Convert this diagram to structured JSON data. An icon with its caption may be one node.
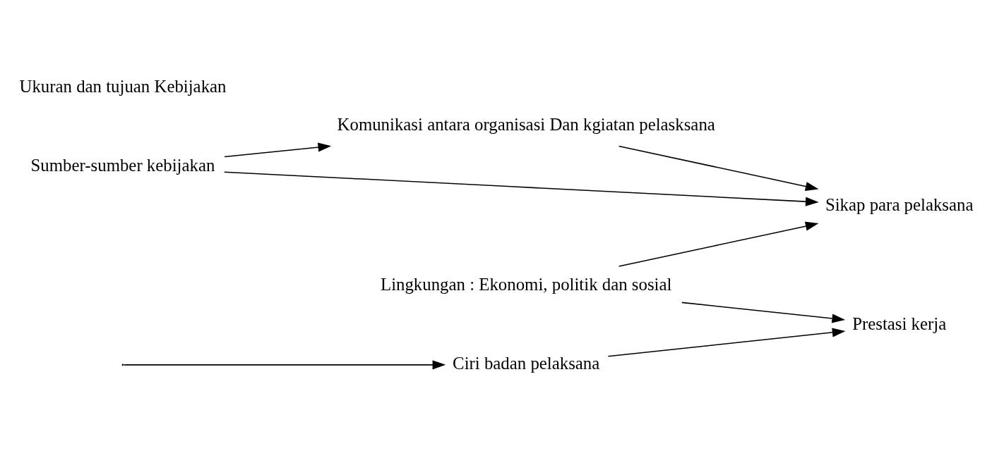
{
  "diagram": {
    "nodes": [
      {
        "text": [
          "Komunikasi antara organisasi Dan kgiatan pelasksana"
        ]
      },
      {
        "text": [
          "Ukuran dan tujuan Kebijakan"
        ]
      },
      {
        "text": [
          "Ciri badan pelaksana"
        ]
      },
      {
        "text": [
          "Sikap para pelaksana"
        ]
      },
      {
        "text": [
          "Prestasi kerja"
        ]
      },
      {
        "text": [
          "Sumber-sumber kebijakan"
        ]
      },
      {
        "text": [
          "Lingkungan : Ekonomi, politik dan sosial"
        ]
      }
    ],
    "edges": [
      {
        "from": 5,
        "to": 0,
        "arrow": "to"
      },
      {
        "from": 0,
        "to": 3,
        "arrow": "to"
      },
      {
        "from": null,
        "to": 2,
        "arrow": "to"
      },
      {
        "from": 2,
        "to": 4,
        "arrow": "to"
      },
      {
        "from": 5,
        "to": 3,
        "arrow": "to"
      },
      {
        "from": 6,
        "to": 3,
        "arrow": "to"
      },
      {
        "from": 6,
        "to": 4,
        "arrow": "to"
      }
    ]
  }
}
